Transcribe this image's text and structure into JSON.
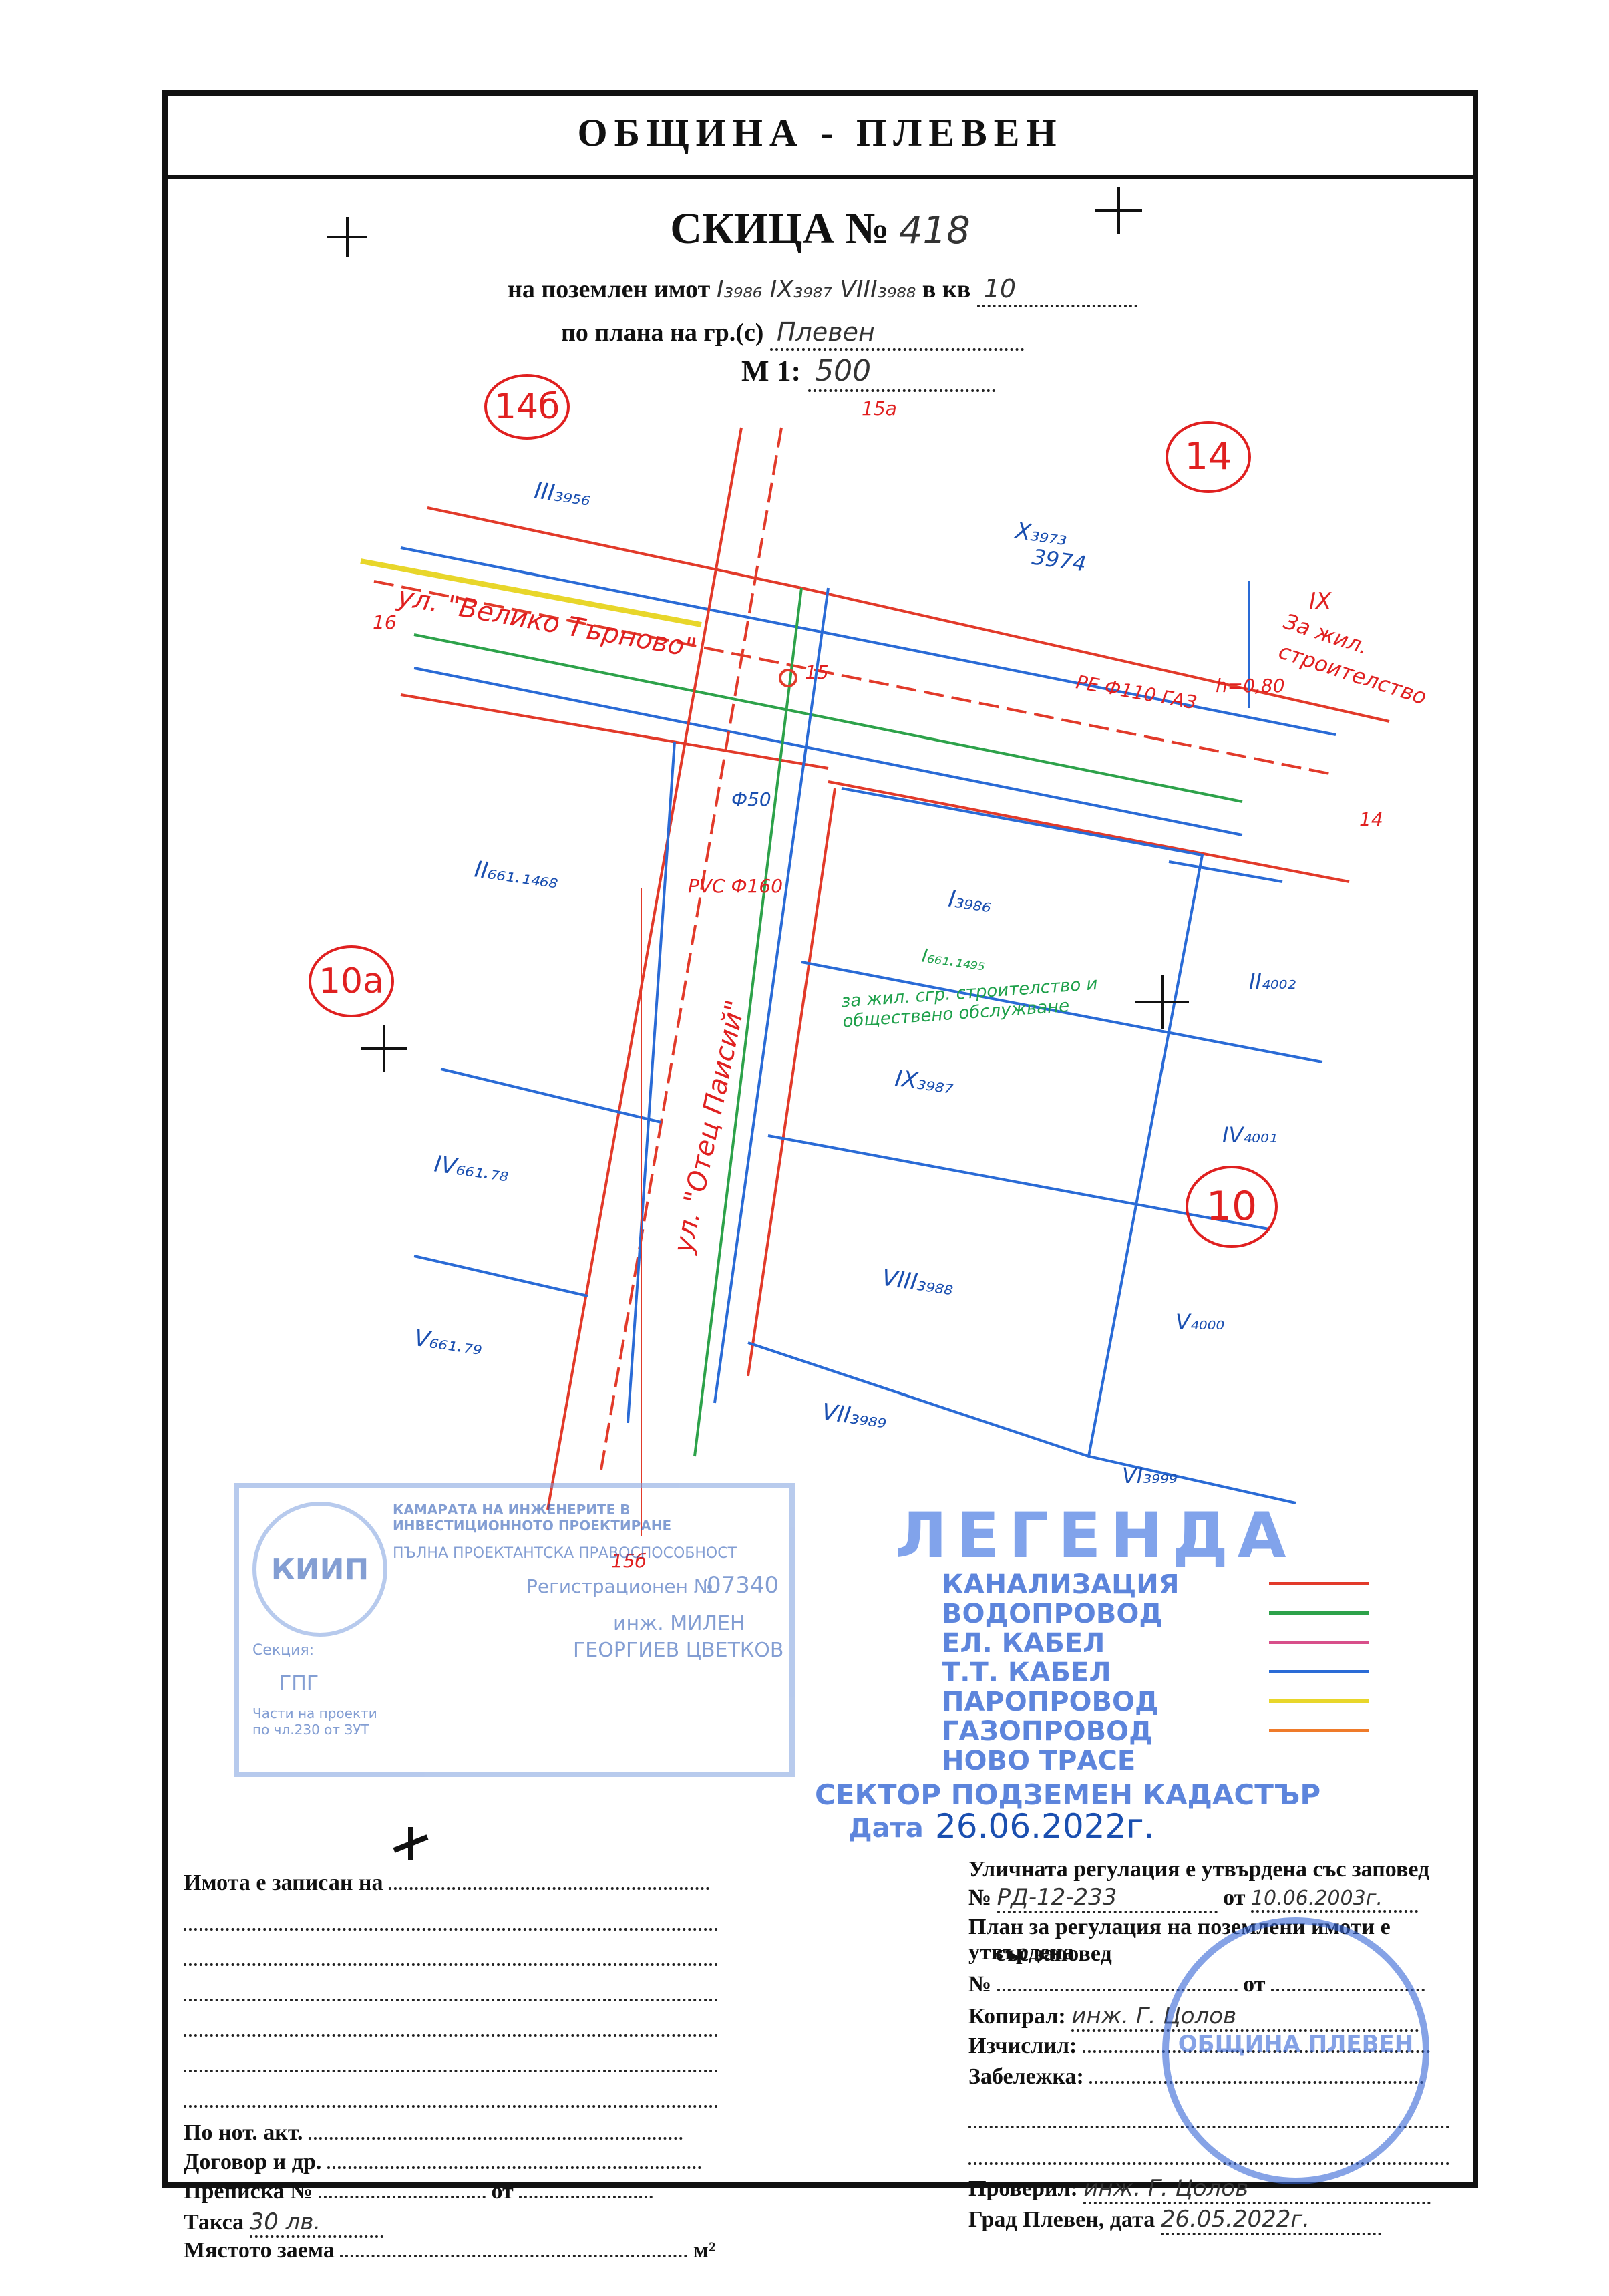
{
  "header": {
    "municipality": "ОБЩИНА - ПЛЕВЕН"
  },
  "title": {
    "label": "СКИЦА №",
    "number": "418"
  },
  "parcel": {
    "label": "на поземлен имот",
    "value": "I₃₉₈₆ IX₃₉₈₇ VIII₃₉₈₈",
    "block_label": "в кв",
    "block_value": "10"
  },
  "plan": {
    "label": "по плана на гр.(с)",
    "value": "Плевен"
  },
  "scale": {
    "label": "М 1:",
    "value": "500"
  },
  "map": {
    "quarters": [
      {
        "label": "14б"
      },
      {
        "label": "14"
      },
      {
        "label": "10а"
      },
      {
        "label": "10"
      }
    ],
    "street_1": "ул. \"Велико Търново\"",
    "street_2": "ул. \"Отец Паисий\"",
    "parcels": {
      "p3956": "III₃₉₅₆",
      "p3973": "X₃₉₇₃",
      "p3974": "3974",
      "p1468": "II₆₆₁.₁₄₆₈",
      "p78": "IV₆₆₁.₇₈",
      "p79": "V₆₆₁.₇₉",
      "p3986": "I₃₉₈₆",
      "p1495": "I₆₆₁.₁₄₉₅",
      "p3987": "IX₃₉₈₇",
      "p3988": "VIII₃₉₈₈",
      "p3989": "VII₃₉₈₉",
      "p4002": "II₄₀₀₂",
      "p4001": "IV₄₀₀₁",
      "p4000": "V₄₀₀₀",
      "p3999": "VI₃₉₉₉"
    },
    "parcel_purpose": "за жил. сгр. строителство и обществено обслужване",
    "right_parcel": "IX",
    "right_purpose_1": "За жил.",
    "right_purpose_2": "строителство",
    "pipe_1": "PE Ф110 ГАЗ",
    "pipe_2": "PVC Ф160",
    "depth": "h=0,80",
    "diam": "Ф50",
    "node_15": "15",
    "node_15a": "15а",
    "node_15b": "15б",
    "node_16": "16",
    "node_14": "14"
  },
  "stamp_1": {
    "org_short": "КИИП",
    "org_full": "КАМАРАТА НА ИНЖЕНЕРИТЕ В ИНВЕСТИЦИОННОТО ПРОЕКТИРАНЕ",
    "capacity": "ПЪЛНА ПРОЕКТАНТСКА ПРАВОСПОСОБНОСТ",
    "reg": "Регистрационен №",
    "reg_no": "07340",
    "title": "инж. МИЛЕН",
    "name": "ГЕОРГИЕВ ЦВЕТКОВ",
    "section_label": "Секция:",
    "section": "ГПГ",
    "parts": "Части на проекти по чл.230 от ЗУТ"
  },
  "legend": {
    "title": "ЛЕГЕНДА",
    "items": [
      {
        "label": "КАНАЛИЗАЦИЯ",
        "color": "#e23a2a"
      },
      {
        "label": "ВОДОПРОВОД",
        "color": "#2da24a"
      },
      {
        "label": "ЕЛ. КАБЕЛ",
        "color": "#d84f8a"
      },
      {
        "label": "Т.Т. КАБЕЛ",
        "color": "#2a6bd6"
      },
      {
        "label": "ПАРОПРОВОД",
        "color": "#e8d62a"
      },
      {
        "label": "ГАЗОПРОВОД",
        "color": "#ef7b2a"
      },
      {
        "label": "НОВО ТРАСЕ",
        "color": ""
      }
    ],
    "sector": "СЕКТОР ПОДЗЕМЕН КАДАСТЪР",
    "date_label": "Дата",
    "date_value": "26.06.2022г."
  },
  "form_left": {
    "owner_label": "Имота е записан на",
    "notary_label": "По нот. акт.",
    "contract_label": "Договор и др.",
    "request_label": "Преписка №",
    "request_from": "от",
    "fee_label": "Такса",
    "fee_value": "30 лв.",
    "area_label": "Мястото заема",
    "area_unit": "м²"
  },
  "form_right": {
    "street_reg_label": "Уличната регулация е утвърдена със заповед",
    "order_no_label": "№",
    "order_no": "РД-12-233",
    "order_from_label": "от",
    "order_from": "10.06.2003г.",
    "plan_label_1": "План за регулация на поземлени имоти е утвърдена",
    "plan_label_2": "със заповед",
    "no_label": "№",
    "from_label": "от",
    "copied_label": "Копирал:",
    "copied_value": "инж. Г. Цолов",
    "calc_label": "Изчислил:",
    "notes_label": "Забележка:",
    "checked_label": "Проверил:",
    "checked_value": "инж. Г. Цолов",
    "city_date_label": "Град Плевен, дата",
    "city_date_value": "26.05.2022г."
  },
  "round_stamp": {
    "text": "ОБЩИНА ПЛЕВЕН"
  }
}
